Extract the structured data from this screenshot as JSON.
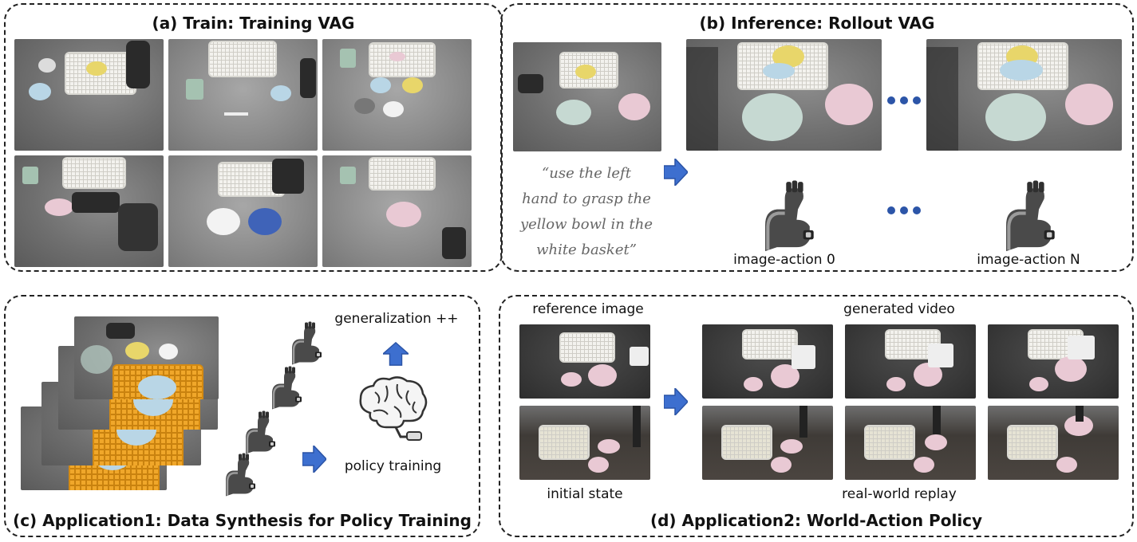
{
  "panels": {
    "a": {
      "title": "(a) Train: Training VAG"
    },
    "b": {
      "title": "(b) Inference: Rollout VAG",
      "instruction_lines": [
        "“use the left",
        "hand to grasp the",
        "yellow bowl in the",
        "white basket”"
      ],
      "action_first": "image-action 0",
      "action_last": "image-action N"
    },
    "c": {
      "title": "(c) Application1: Data Synthesis for Policy Training",
      "generalization": "generalization ++",
      "policy": "policy training"
    },
    "d": {
      "title": "(d) Application2: World-Action Policy",
      "reference": "reference image",
      "generated": "generated video",
      "initial": "initial state",
      "replay": "real-world replay"
    }
  },
  "icons": [
    "robot-arm-icon",
    "brain-icon",
    "right-arrow-icon",
    "up-arrow-icon",
    "ellipsis-icon"
  ],
  "colors": {
    "arrow": "#3d6fcf",
    "dots": "#2c55a8",
    "border": "#222222",
    "yellow_bowl": "#e8d66a",
    "blue_bowl": "#b9d6e6",
    "pink_plate": "#e9c9d4"
  }
}
